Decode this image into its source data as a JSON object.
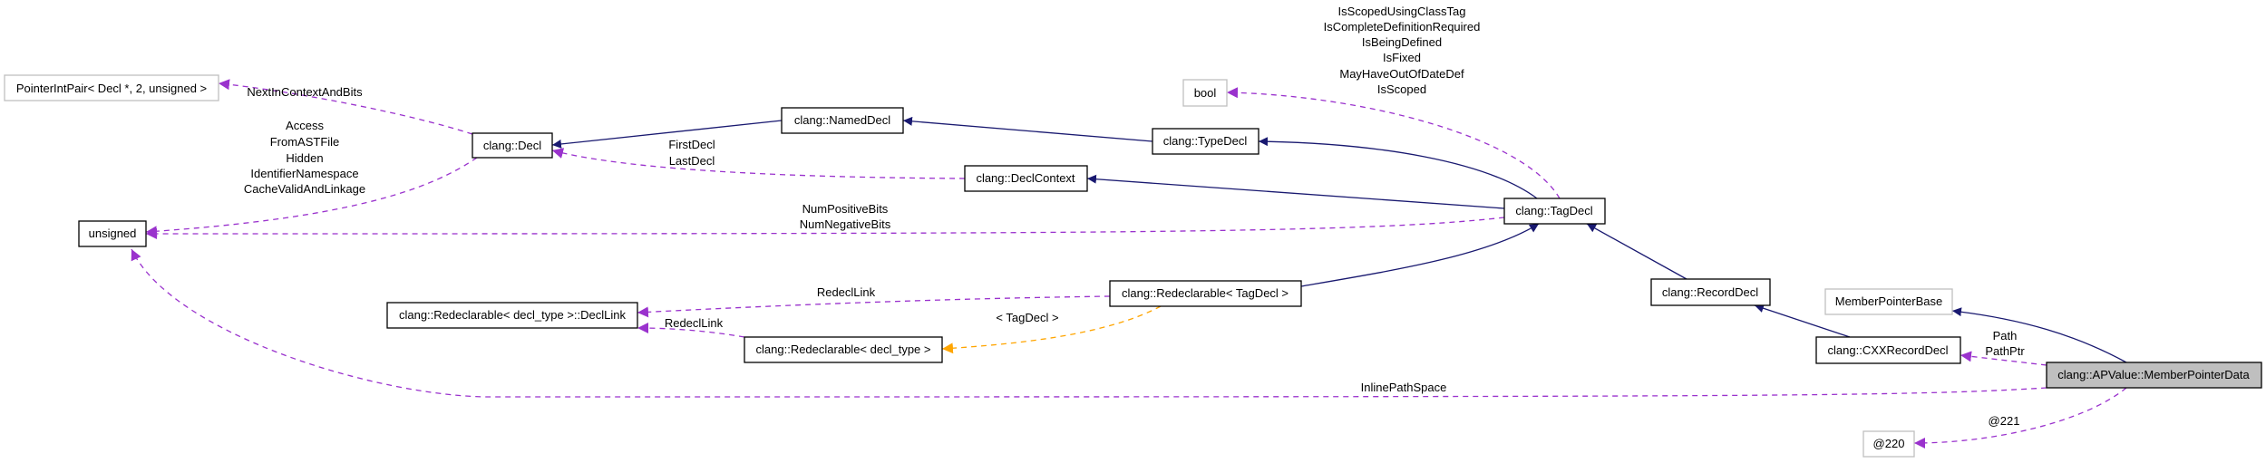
{
  "colors": {
    "inheritance": "#191970",
    "usage": "#9a32cd",
    "template": "#ffa500",
    "current_node_fill": "#bfbfbf",
    "undocumented_border": "#bfbfbf"
  },
  "nodes": [
    {
      "label": "PointerIntPair< Decl *, 2, unsigned >"
    },
    {
      "label": "clang::Decl"
    },
    {
      "label": "unsigned"
    },
    {
      "label": "clang::NamedDecl"
    },
    {
      "label": "clang::TypeDecl"
    },
    {
      "label": "bool"
    },
    {
      "label": "clang::DeclContext"
    },
    {
      "label": "clang::TagDecl"
    },
    {
      "label": "clang::Redeclarable< TagDecl >"
    },
    {
      "label": "clang::Redeclarable< decl_type >::DeclLink"
    },
    {
      "label": "clang::Redeclarable< decl_type >"
    },
    {
      "label": "clang::RecordDecl"
    },
    {
      "label": "MemberPointerBase"
    },
    {
      "label": "clang::CXXRecordDecl"
    },
    {
      "label": "clang::APValue::MemberPointerData"
    },
    {
      "label": "@220"
    }
  ],
  "edge_labels": {
    "decl_to_pointerintpair": [
      "NextInContextAndBits"
    ],
    "decl_to_unsigned": [
      "Access",
      "FromASTFile",
      "Hidden",
      "IdentifierNamespace",
      "CacheValidAndLinkage"
    ],
    "declcontext_to_decl": [
      "FirstDecl",
      "LastDecl"
    ],
    "tagdecl_to_unsigned": [
      "NumPositiveBits",
      "NumNegativeBits"
    ],
    "tagdecl_to_bool": [
      "IsScopedUsingClassTag",
      "IsCompleteDefinitionRequired",
      "IsBeingDefined",
      "IsFixed",
      "MayHaveOutOfDateDef",
      "IsScoped"
    ],
    "redecl_tagdecl_to_decllink": [
      "RedeclLink"
    ],
    "redecl_decltype_to_decllink": [
      "RedeclLink"
    ],
    "template_instance": [
      "< TagDecl >"
    ],
    "memberpointerdata_to_cxxrecorddecl": [
      "Path",
      "PathPtr"
    ],
    "memberpointerdata_to_unsigned": [
      "InlinePathSpace"
    ],
    "memberpointerdata_to_220": [
      "@221"
    ]
  }
}
